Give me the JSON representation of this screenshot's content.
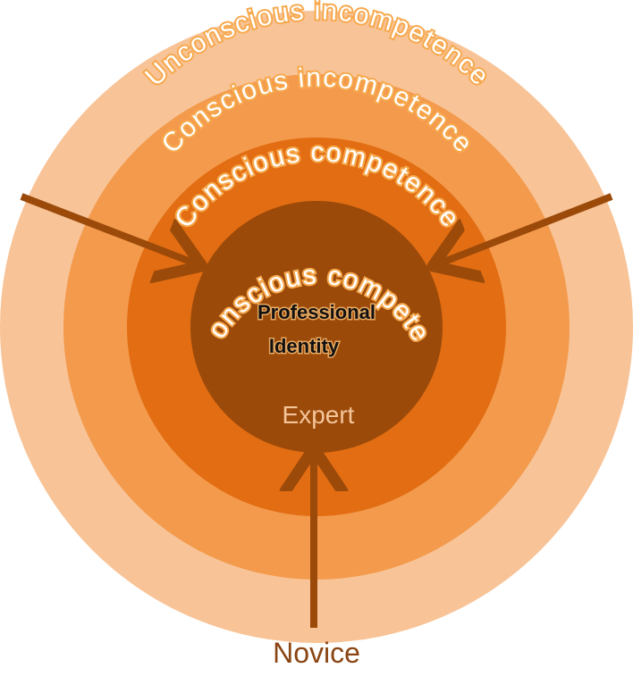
{
  "diagram": {
    "rings": [
      {
        "label": "Unconscious incompetence",
        "color": "#f8c396"
      },
      {
        "label": "Conscious incompetence",
        "color": "#f39a4c"
      },
      {
        "label": "Conscious competence",
        "color": "#e26d12"
      },
      {
        "label": "Unconscious competence",
        "color": "#9b4a0a"
      }
    ],
    "center": {
      "line1": "Professional",
      "line2": "Identity"
    },
    "expert": "Expert",
    "novice": "Novice",
    "arrow_color": "#9b4a0a"
  }
}
